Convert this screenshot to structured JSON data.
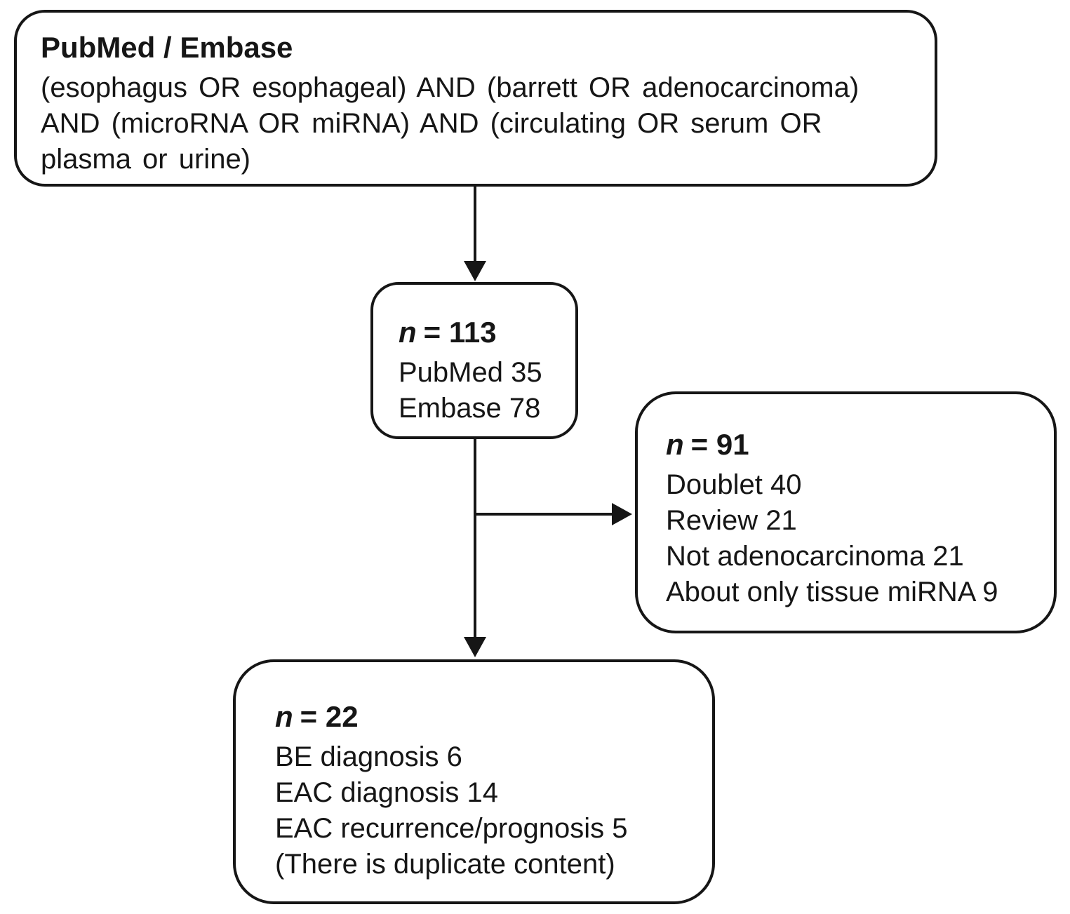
{
  "diagram": {
    "colors": {
      "ink": "#161616",
      "background": "#ffffff"
    },
    "source_box": {
      "title": "PubMed / Embase",
      "query_lines": [
        "(esophagus OR esophageal) AND (barrett OR adenocarcinoma)",
        "AND (microRNA OR miRNA) AND (circulating OR serum OR",
        "plasma or urine)"
      ]
    },
    "identified_box": {
      "n_symbol": "n",
      "n_value": "= 113",
      "lines": [
        "PubMed 35",
        "Embase 78"
      ]
    },
    "excluded_box": {
      "n_symbol": "n",
      "n_value": "= 91",
      "lines": [
        "Doublet 40",
        "Review 21",
        "Not adenocarcinoma 21",
        "About only tissue miRNA 9"
      ]
    },
    "included_box": {
      "n_symbol": "n",
      "n_value": "= 22",
      "lines": [
        "BE diagnosis 6",
        "EAC diagnosis 14",
        "EAC recurrence/prognosis 5",
        "(There is duplicate content)"
      ]
    }
  }
}
